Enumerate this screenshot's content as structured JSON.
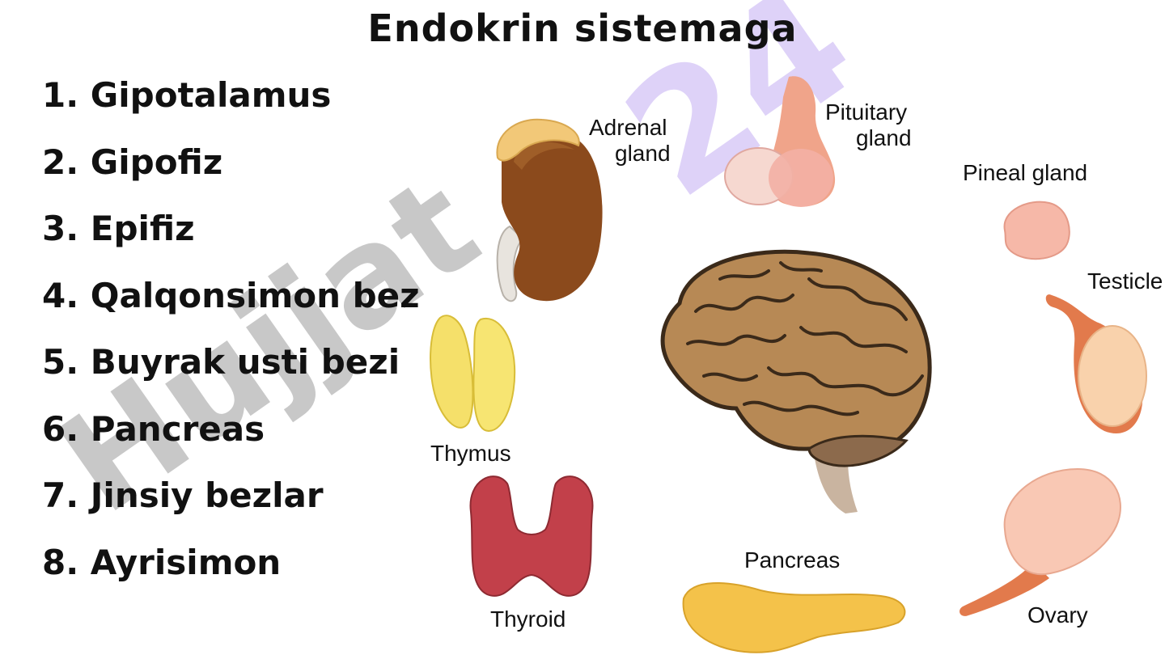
{
  "title": "Endokrin sistemaga",
  "list_items": [
    "1. Gipotalamus",
    "2. Gipofiz",
    "3. Epifiz",
    "4. Qalqonsimon bez",
    "5. Buyrak usti bezi",
    "6. Pancreas",
    "7. Jinsiy bezlar",
    "8. Ayrisimon"
  ],
  "labels": {
    "adrenal_1": "Adrenal",
    "adrenal_2": "gland",
    "pituitary_1": "Pituitary",
    "pituitary_2": "gland",
    "pineal": "Pineal gland",
    "testicle": "Testicle",
    "thymus": "Thymus",
    "thyroid": "Thyroid",
    "pancreas": "Pancreas",
    "ovary": "Ovary"
  },
  "watermark": {
    "text_gray": "Hujjat",
    "text_violet": "24"
  }
}
